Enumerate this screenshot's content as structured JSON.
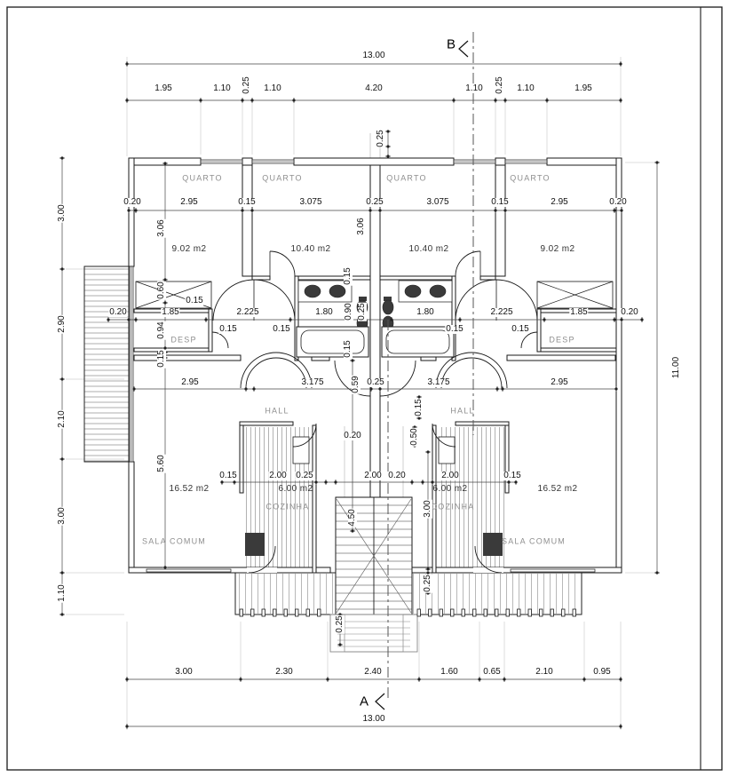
{
  "drawing": {
    "sections": {
      "top": "B",
      "bottom": "A"
    },
    "overall_dims": {
      "width": "13.00",
      "depth": "11.00"
    },
    "room_labels": [
      "QUARTO",
      "QUARTO",
      "QUARTO",
      "QUARTO",
      "DESP",
      "DESP",
      "HALL",
      "HALL",
      "COZINHA",
      "COZINHA",
      "SALA COMUM",
      "SALA COMUM"
    ],
    "room_areas": [
      "9.02 m2",
      "10.40 m2",
      "10.40 m2",
      "9.02 m2",
      "16.52 m2",
      "6.00 m2",
      "6.00 m2",
      "16.52 m2"
    ]
  },
  "labels": [
    "B",
    "13.00",
    "1.95",
    "1.10",
    "0.25",
    "1.10",
    "4.20",
    "1.10",
    "0.25",
    "1.10",
    "1.95",
    "0.25",
    "3.00",
    "2.90",
    "2.10",
    "3.00",
    "1.10",
    "11.00",
    "QUARTO",
    "QUARTO",
    "QUARTO",
    "QUARTO",
    "0.20",
    "2.95",
    "0.15",
    "3.075",
    "0.25",
    "3.075",
    "0.15",
    "2.95",
    "0.20",
    "3.06",
    "3.06",
    "9.02 m2",
    "10.40 m2",
    "10.40 m2",
    "9.02 m2",
    "0.15",
    "0.60",
    "0.15",
    "0.20",
    "1.85",
    "2.225",
    "1.80",
    "0.90",
    "0.25",
    "1.80",
    "2.225",
    "1.85",
    "0.20",
    "0.94",
    "DESP",
    "DESP",
    "0.15",
    "0.15",
    "0.15",
    "0.15",
    "0.15",
    "0.15",
    "2.95",
    "3.175",
    "0.59",
    "0.25",
    "3.175",
    "2.95",
    "HALL",
    "HALL",
    "0.15",
    "0.20",
    "0.50",
    "5.60",
    "0.15",
    "2.00",
    "0.25",
    "2.00",
    "0.20",
    "2.00",
    "0.15",
    "16.52 m2",
    "6.00 m2",
    "6.00 m2",
    "16.52 m2",
    "COZINHA",
    "COZINHA",
    "3.00",
    "4.50",
    "SALA COMUM",
    "SALA COMUM",
    "0.25",
    "0.25",
    "3.00",
    "2.30",
    "2.40",
    "1.60",
    "0.65",
    "2.10",
    "0.95",
    "A",
    "13.00"
  ]
}
